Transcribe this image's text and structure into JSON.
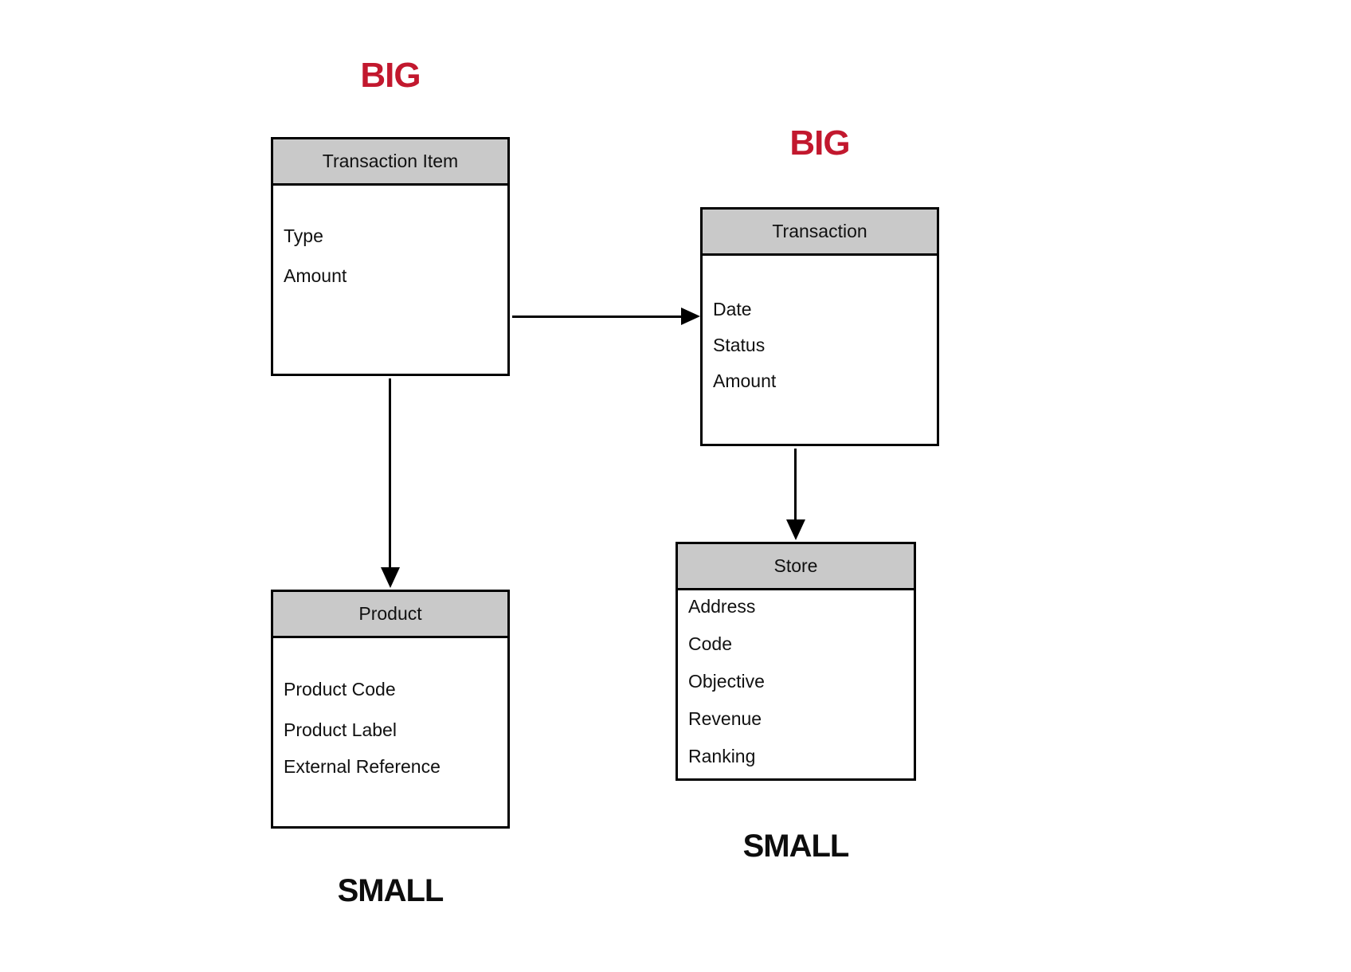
{
  "diagram": {
    "type": "entity-relationship",
    "background_color": "#ffffff",
    "accent_colors": {
      "big_label_text": "#c2182e",
      "small_label_text": "#0d0d0d",
      "entity_header_bg": "#c9c9c9",
      "entity_border": "#000000"
    },
    "labels": {
      "big_transaction_item": "BIG",
      "big_transaction": "BIG",
      "small_product": "SMALL",
      "small_store": "SMALL"
    },
    "entities": [
      {
        "id": "transaction-item",
        "title": "Transaction Item",
        "fields": [
          "Type",
          "Amount"
        ],
        "annotation": "BIG"
      },
      {
        "id": "transaction",
        "title": "Transaction",
        "fields": [
          "Date",
          "Status",
          "Amount"
        ],
        "annotation": "BIG"
      },
      {
        "id": "product",
        "title": "Product",
        "fields": [
          "Product Code",
          "Product Label",
          "External Reference"
        ],
        "annotation": "SMALL"
      },
      {
        "id": "store",
        "title": "Store",
        "fields": [
          "Address",
          "Code",
          "Objective",
          "Revenue",
          "Ranking"
        ],
        "annotation": "SMALL"
      }
    ],
    "relationships": [
      {
        "from": "Transaction Item",
        "to": "Transaction",
        "direction": "right"
      },
      {
        "from": "Transaction Item",
        "to": "Product",
        "direction": "down"
      },
      {
        "from": "Transaction",
        "to": "Store",
        "direction": "down"
      }
    ]
  }
}
